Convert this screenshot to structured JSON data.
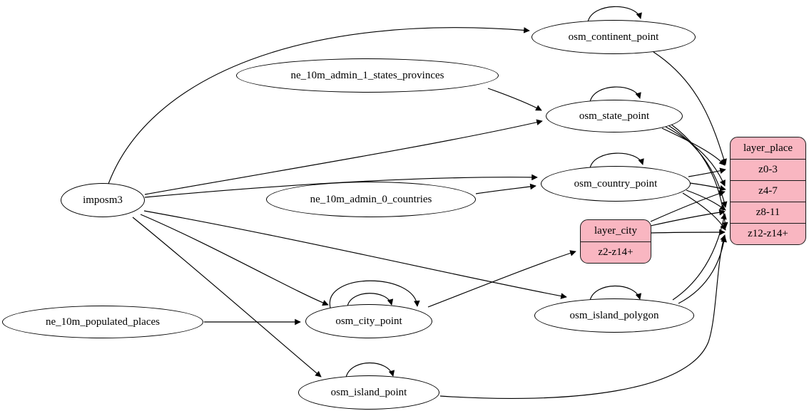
{
  "diagram": {
    "kind": "etl-dependency-graph",
    "colors": {
      "record_fill": "#f9b6c1",
      "node_fill": "#ffffff",
      "stroke": "#000000"
    },
    "nodes": {
      "imposm3": {
        "label": "imposm3",
        "shape": "ellipse"
      },
      "ne_10m_admin_1_states_provinces": {
        "label": "ne_10m_admin_1_states_provinces",
        "shape": "ellipse"
      },
      "ne_10m_admin_0_countries": {
        "label": "ne_10m_admin_0_countries",
        "shape": "ellipse"
      },
      "ne_10m_populated_places": {
        "label": "ne_10m_populated_places",
        "shape": "ellipse"
      },
      "osm_continent_point": {
        "label": "osm_continent_point",
        "shape": "ellipse"
      },
      "osm_state_point": {
        "label": "osm_state_point",
        "shape": "ellipse"
      },
      "osm_country_point": {
        "label": "osm_country_point",
        "shape": "ellipse"
      },
      "osm_city_point": {
        "label": "osm_city_point",
        "shape": "ellipse"
      },
      "osm_island_polygon": {
        "label": "osm_island_polygon",
        "shape": "ellipse"
      },
      "osm_island_point": {
        "label": "osm_island_point",
        "shape": "ellipse"
      },
      "layer_city": {
        "label": "layer_city",
        "shape": "record",
        "rows": [
          "z2-z14+"
        ]
      },
      "layer_place": {
        "label": "layer_place",
        "shape": "record",
        "rows": [
          "z0-3",
          "z4-7",
          "z8-11",
          "z12-z14+"
        ]
      }
    },
    "edges": [
      {
        "from": "imposm3",
        "to": "osm_continent_point"
      },
      {
        "from": "imposm3",
        "to": "osm_state_point"
      },
      {
        "from": "imposm3",
        "to": "osm_country_point"
      },
      {
        "from": "imposm3",
        "to": "osm_city_point"
      },
      {
        "from": "imposm3",
        "to": "osm_island_polygon"
      },
      {
        "from": "imposm3",
        "to": "osm_island_point"
      },
      {
        "from": "ne_10m_admin_1_states_provinces",
        "to": "osm_state_point"
      },
      {
        "from": "ne_10m_admin_0_countries",
        "to": "osm_country_point"
      },
      {
        "from": "ne_10m_populated_places",
        "to": "osm_city_point"
      },
      {
        "from": "osm_continent_point",
        "to": "osm_continent_point"
      },
      {
        "from": "osm_state_point",
        "to": "osm_state_point"
      },
      {
        "from": "osm_country_point",
        "to": "osm_country_point"
      },
      {
        "from": "osm_city_point",
        "to": "osm_city_point"
      },
      {
        "from": "osm_city_point",
        "to": "osm_city_point"
      },
      {
        "from": "osm_island_polygon",
        "to": "osm_island_polygon"
      },
      {
        "from": "osm_island_point",
        "to": "osm_island_point"
      },
      {
        "from": "osm_continent_point",
        "to": "layer_place:z0-3"
      },
      {
        "from": "osm_state_point",
        "to": "layer_place:z0-3"
      },
      {
        "from": "osm_state_point",
        "to": "layer_place:z4-7"
      },
      {
        "from": "osm_state_point",
        "to": "layer_place:z8-11"
      },
      {
        "from": "osm_state_point",
        "to": "layer_place:z12-z14+"
      },
      {
        "from": "osm_country_point",
        "to": "layer_place:z0-3"
      },
      {
        "from": "osm_country_point",
        "to": "layer_place:z4-7"
      },
      {
        "from": "osm_country_point",
        "to": "layer_place:z8-11"
      },
      {
        "from": "osm_country_point",
        "to": "layer_place:z12-z14+"
      },
      {
        "from": "osm_city_point",
        "to": "layer_city:z2-z14+"
      },
      {
        "from": "layer_city:z2-z14+",
        "to": "layer_place:z4-7"
      },
      {
        "from": "layer_city:z2-z14+",
        "to": "layer_place:z8-11"
      },
      {
        "from": "layer_city:z2-z14+",
        "to": "layer_place:z12-z14+"
      },
      {
        "from": "osm_island_polygon",
        "to": "layer_place:z8-11"
      },
      {
        "from": "osm_island_polygon",
        "to": "layer_place:z12-z14+"
      },
      {
        "from": "osm_island_point",
        "to": "layer_place:z12-z14+"
      }
    ]
  }
}
